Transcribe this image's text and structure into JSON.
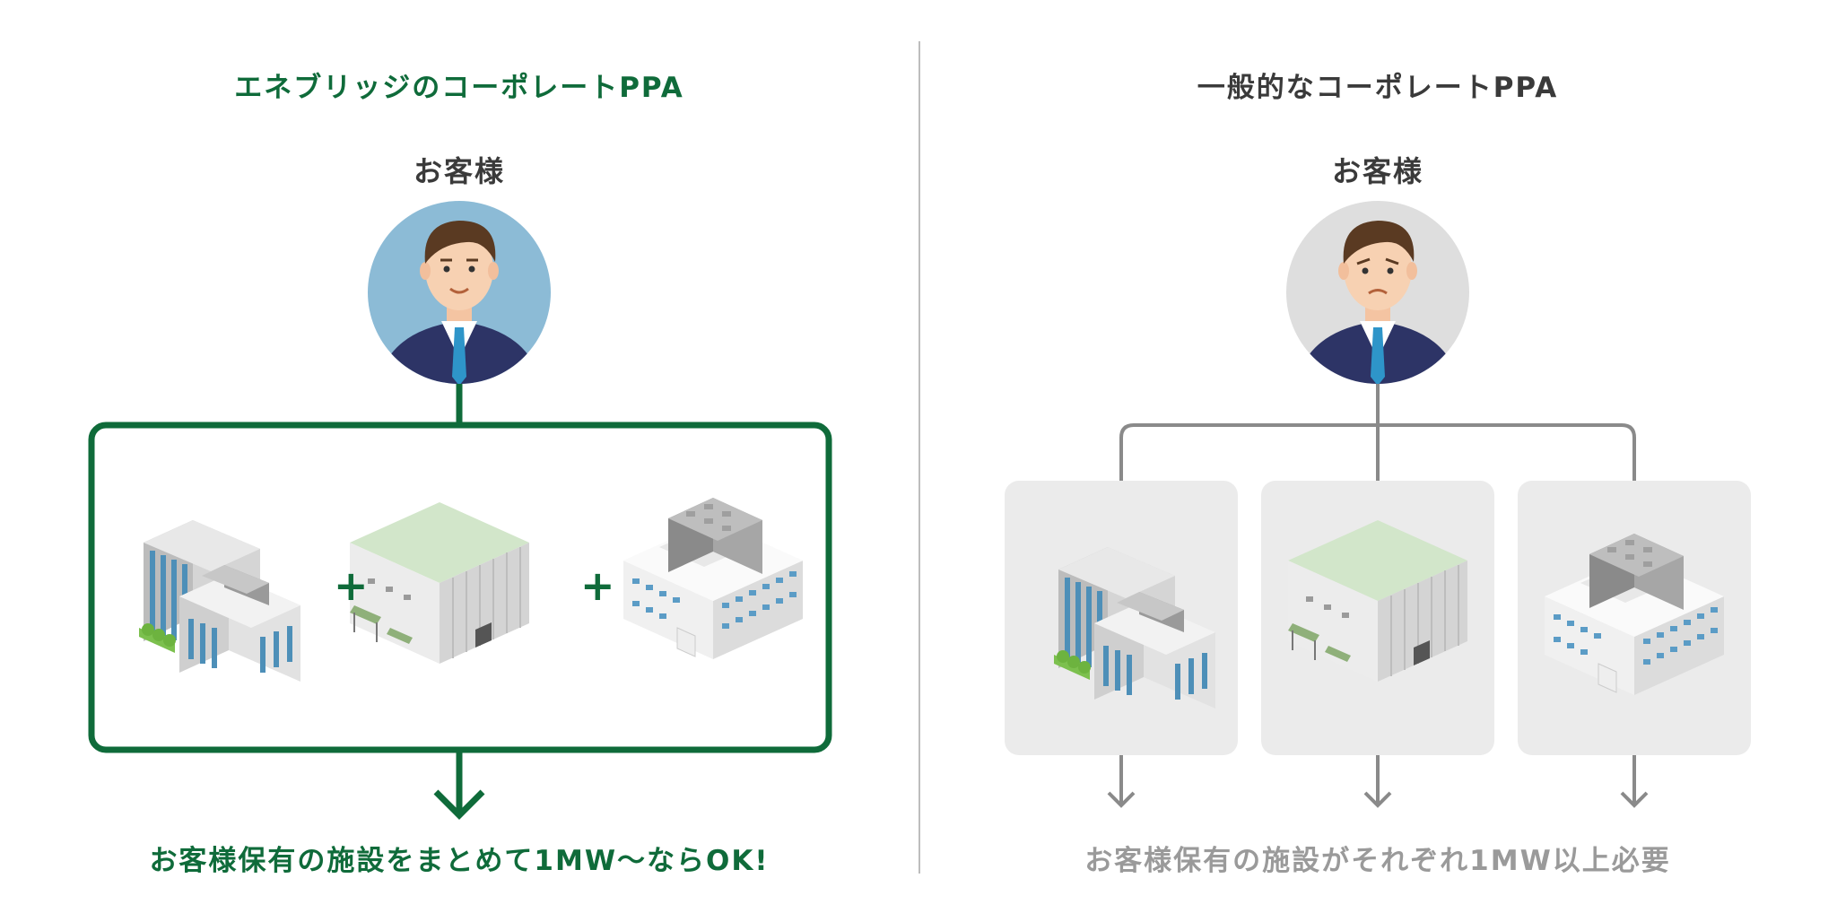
{
  "left": {
    "title": "エネブリッジのコーポレートPPA",
    "customer_label": "お客様",
    "plus_symbol": "+",
    "conclusion": "お客様保有の施設をまとめて1MW〜ならOK!",
    "theme_color": "#0f6b3a",
    "avatar_bg": "#8cbbd6"
  },
  "right": {
    "title": "一般的なコーポレートPPA",
    "customer_label": "お客様",
    "conclusion": "お客様保有の施設がそれぞれ1MW以上必要",
    "theme_color": "#9a9a9a",
    "avatar_bg": "#dedede"
  },
  "icons": [
    "person-happy-icon",
    "person-worried-icon",
    "office-building-icon",
    "warehouse-icon",
    "factory-icon"
  ]
}
